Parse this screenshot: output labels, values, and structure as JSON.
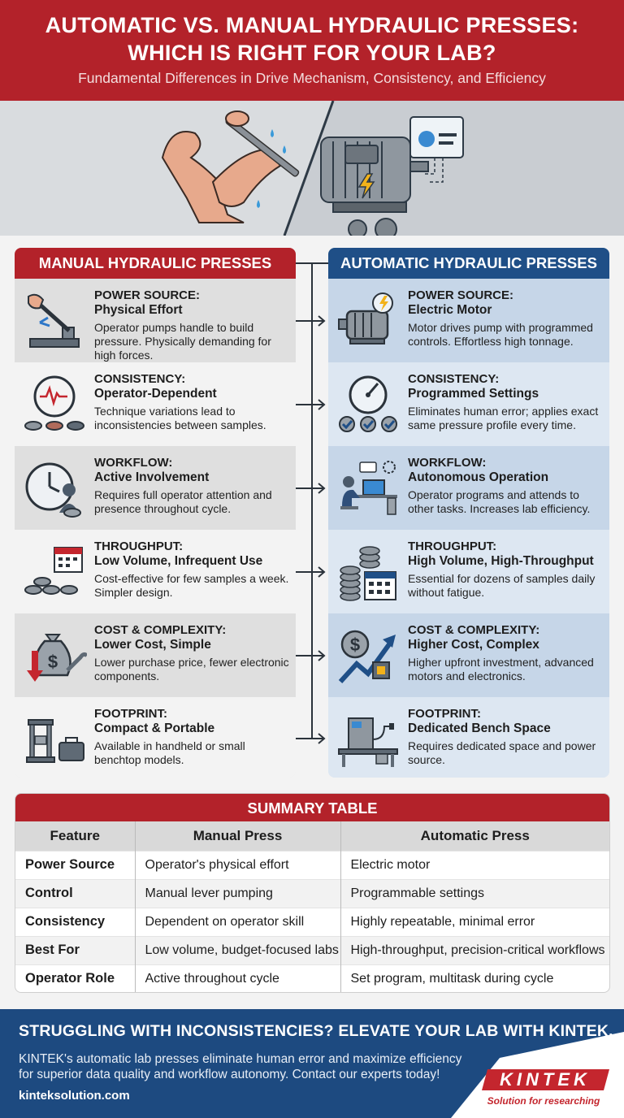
{
  "header": {
    "title_line1": "AUTOMATIC VS. MANUAL HYDRAULIC PRESSES:",
    "title_line2": "WHICH IS RIGHT FOR YOUR LAB?",
    "subtitle": "Fundamental Differences in Drive Mechanism, Consistency, and Efficiency"
  },
  "hero": {
    "left_icon": "flexed-arm-pumping-lever-icon",
    "right_icon": "electric-motor-gears-dashboard-icon"
  },
  "manual": {
    "title": "MANUAL HYDRAULIC PRESSES",
    "rows": [
      {
        "label": "POWER SOURCE:",
        "value": "Physical Effort",
        "desc": "Operator pumps handle to build pressure. Physically demanding for high forces.",
        "icon": "hand-lever-icon"
      },
      {
        "label": "CONSISTENCY:",
        "value": "Operator-Dependent",
        "desc": "Technique variations lead to inconsistencies between samples.",
        "icon": "erratic-gauge-icon"
      },
      {
        "label": "WORKFLOW:",
        "value": "Active Involvement",
        "desc": "Requires full operator attention and presence throughout cycle.",
        "icon": "clock-operator-icon"
      },
      {
        "label": "THROUGHPUT:",
        "value": "Low Volume, Infrequent Use",
        "desc": "Cost-effective for few samples a week. Simpler design.",
        "icon": "few-samples-calendar-icon"
      },
      {
        "label": "COST & COMPLEXITY:",
        "value": "Lower Cost, Simple",
        "desc": "Lower purchase price, fewer electronic components.",
        "icon": "money-bag-down-arrow-icon"
      },
      {
        "label": "FOOTPRINT:",
        "value": "Compact & Portable",
        "desc": "Available in handheld or small benchtop models.",
        "icon": "compact-press-briefcase-icon"
      }
    ]
  },
  "automatic": {
    "title": "AUTOMATIC HYDRAULIC PRESSES",
    "rows": [
      {
        "label": "POWER SOURCE:",
        "value": "Electric Motor",
        "desc": "Motor drives pump with programmed controls. Effortless high tonnage.",
        "icon": "electric-motor-icon"
      },
      {
        "label": "CONSISTENCY:",
        "value": "Programmed Settings",
        "desc": "Eliminates human error; applies exact same pressure profile every time.",
        "icon": "gauge-checkmarks-icon"
      },
      {
        "label": "WORKFLOW:",
        "value": "Autonomous Operation",
        "desc": "Operator programs and attends to other tasks. Increases lab efficiency.",
        "icon": "operator-at-desk-icon"
      },
      {
        "label": "THROUGHPUT:",
        "value": "High Volume, High-Throughput",
        "desc": "Essential for dozens of samples daily without fatigue.",
        "icon": "sample-stacks-calendar-icon"
      },
      {
        "label": "COST & COMPLEXITY:",
        "value": "Higher Cost, Complex",
        "desc": "Higher upfront investment, advanced motors and electronics.",
        "icon": "dollar-chip-up-arrow-icon"
      },
      {
        "label": "FOOTPRINT:",
        "value": "Dedicated Bench Space",
        "desc": "Requires dedicated space and power source.",
        "icon": "bench-machine-icon"
      }
    ]
  },
  "summary": {
    "title": "SUMMARY TABLE",
    "headers": [
      "Feature",
      "Manual Press",
      "Automatic Press"
    ],
    "rows": [
      [
        "Power Source",
        "Operator's physical effort",
        "Electric motor"
      ],
      [
        "Control",
        "Manual lever pumping",
        "Programmable settings"
      ],
      [
        "Consistency",
        "Dependent on operator skill",
        "Highly repeatable, minimal error"
      ],
      [
        "Best For",
        "Low volume, budget-focused labs",
        "High-throughput, precision-critical workflows"
      ],
      [
        "Operator Role",
        "Active throughout cycle",
        "Set program, multitask during cycle"
      ]
    ]
  },
  "footer": {
    "headline": "STRUGGLING WITH INCONSISTENCIES? ELEVATE YOUR LAB WITH KINTEK.",
    "body": "KINTEK's automatic lab presses eliminate human error and maximize efficiency for superior data quality and workflow autonomy. Contact our experts today!",
    "url": "kinteksolution.com",
    "logo_text": "KINTEK",
    "logo_tagline": "Solution for researching"
  },
  "colors": {
    "red": "#b3222a",
    "blue": "#1f4f87",
    "footer_blue": "#1d4a80"
  }
}
